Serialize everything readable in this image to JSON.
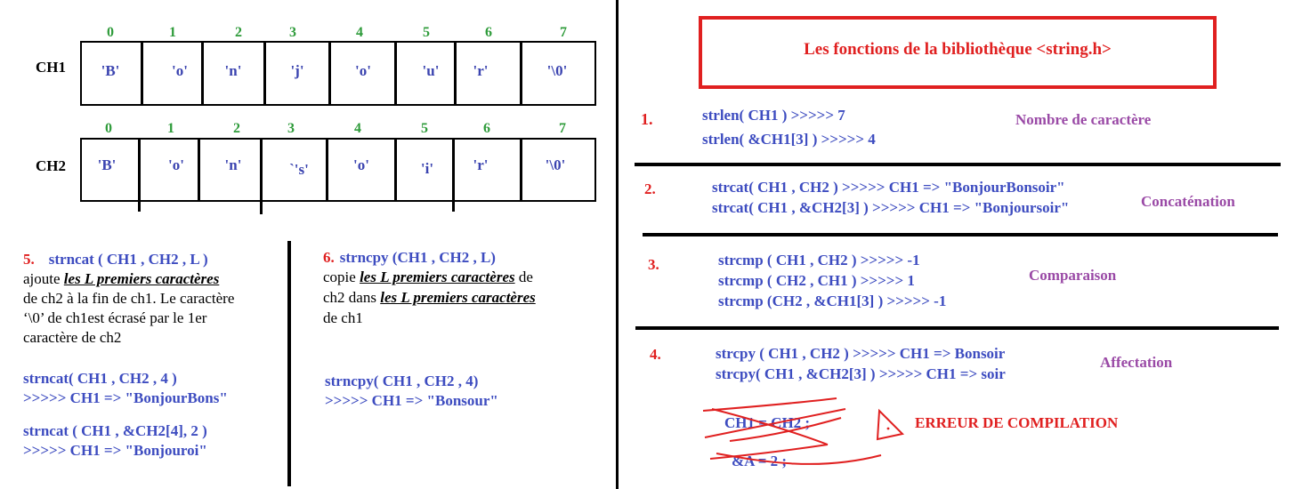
{
  "ch1": {
    "label": "CH1",
    "indices": [
      "0",
      "1",
      "2",
      "3",
      "4",
      "5",
      "6",
      "7"
    ],
    "cells": [
      "'B'",
      "'o'",
      "'n'",
      "'j'",
      "'o'",
      "'u'",
      "'r'",
      "'\\0'"
    ]
  },
  "ch2": {
    "label": "CH2",
    "indices": [
      "0",
      "1",
      "2",
      "3",
      "4",
      "5",
      "6",
      "7"
    ],
    "cells": [
      "'B'",
      "'o'",
      "'n'",
      "`'s'",
      "'o'",
      "'i'",
      "'r'",
      "'\\0'"
    ]
  },
  "title": "Les fonctions de la bibliothèque <string.h>",
  "sections": {
    "s1": {
      "num": "1.",
      "line1": "strlen( CH1 ) >>>>> 7",
      "line2": "strlen( &CH1[3] ) >>>>> 4",
      "tag": "Nombre de caractère"
    },
    "s2": {
      "num": "2.",
      "line1": "strcat( CH1 , CH2 ) >>>>> CH1 => \"BonjourBonsoir\"",
      "line2": "strcat( CH1 , &CH2[3] ) >>>>> CH1 => \"Bonjoursoir\"",
      "tag": "Concaténation"
    },
    "s3": {
      "num": "3.",
      "line1": "strcmp ( CH1 , CH2 ) >>>>> -1",
      "line2": "strcmp ( CH2 , CH1 ) >>>>> 1",
      "line3": "strcmp (CH2 , &CH1[3] ) >>>>> -1",
      "tag": "Comparaison"
    },
    "s4": {
      "num": "4.",
      "line1": "strcpy ( CH1 , CH2 ) >>>>> CH1 => Bonsoir",
      "line2": "strcpy( CH1 , &CH2[3] ) >>>>> CH1 => soir",
      "tag": "Affectation",
      "crossed1": "CH1 = CH2 ;",
      "crossed2": "&A = 2 ;",
      "error": "ERREUR DE COMPILATION"
    },
    "s5": {
      "num": "5.",
      "head": "strncat ( CH1 , CH2 , L )",
      "d1a": "ajoute ",
      "d1b": "les L premiers caractères",
      "d2": "de ch2 à la fin de ch1. Le caractère",
      "d3": "‘\\0’ de ch1est écrasé par le 1er",
      "d4": "caractère de ch2",
      "ex1a": "strncat( CH1 , CH2 , 4 )",
      "ex1b": ">>>>> CH1 => \"BonjourBons\"",
      "ex2a": "strncat ( CH1 , &CH2[4], 2 )",
      "ex2b": ">>>>> CH1 => \"Bonjouroi\""
    },
    "s6": {
      "num": "6.",
      "head": "strncpy (CH1 , CH2 , L)",
      "d1a": "copie ",
      "d1b": "les L premiers caractères",
      "d1c": " de",
      "d2a": "ch2 dans ",
      "d2b": "les L premiers caractères",
      "d3": "de ch1",
      "ex1a": "strncpy( CH1 , CH2 , 4)",
      "ex1b": ">>>>> CH1 => \"Bonsour\""
    }
  },
  "colors": {
    "index": "#2e9b3a",
    "code": "#3d4cc0",
    "number": "#e02020",
    "tag": "#9a4aa6",
    "titleBox": "#e02020"
  }
}
